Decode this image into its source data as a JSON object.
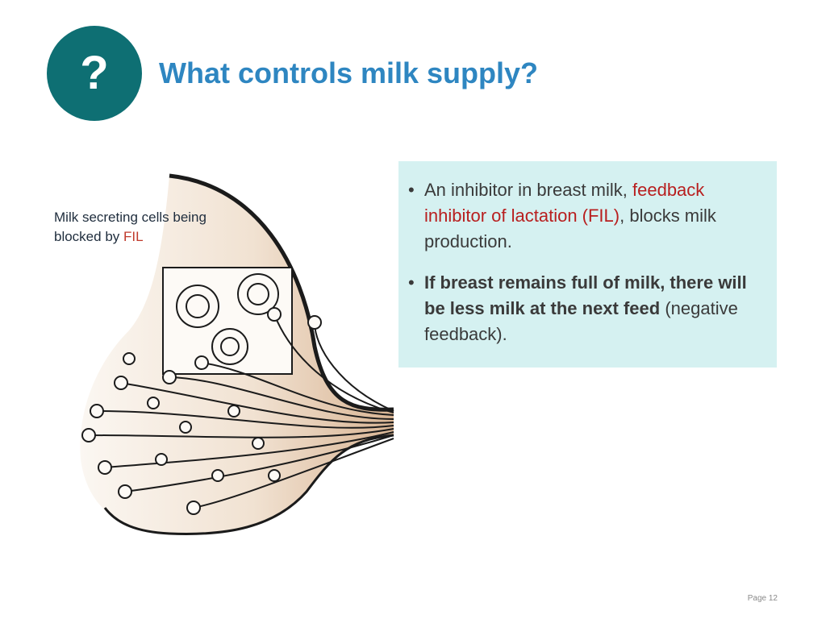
{
  "header": {
    "badge_symbol": "?",
    "title": "What controls milk supply?"
  },
  "caption": {
    "line_prefix": "Milk secreting cells being blocked by ",
    "highlight": "FIL"
  },
  "infobox": {
    "bullet_symbol": "•",
    "point1": {
      "before": "An inhibitor in breast milk, ",
      "highlight": "feedback inhibitor of lactation (FIL)",
      "after": ", blocks milk production."
    },
    "point2": {
      "bold": "If breast remains full of milk, there will be less milk at the next feed",
      "after": " (negative feedback)."
    }
  },
  "footer": {
    "page_label": "Page 12"
  },
  "colors": {
    "badge": "#0e6f73",
    "title": "#2e86c1",
    "highlight_red": "#b81f1f",
    "infobox_bg": "#d5f1f1"
  },
  "illustration": {
    "icon": "breast-lactation-illustration"
  }
}
